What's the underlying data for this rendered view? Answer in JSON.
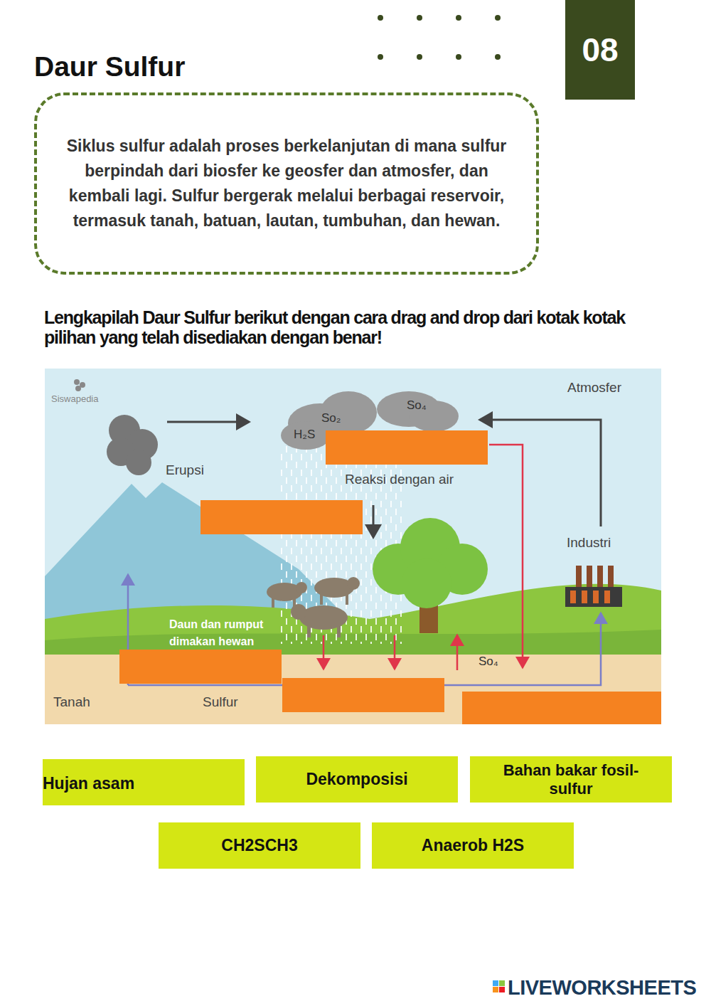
{
  "diagram": {
    "title": "Daur Sulfur",
    "nodes": [
      {
        "text": [
          "08"
        ]
      },
      {
        "text": [
          "Siklus sulfur adalah proses berkelanjutan di mana sulfur berpindah dari biosfer ke geosfer dan atmosfer, dan kembali lagi. Sulfur bergerak melalui berbagai reservoir, termasuk tanah, batuan, lautan, tumbuhan, dan hewan."
        ]
      },
      {
        "text": [
          "Hujan asam"
        ]
      },
      {
        "text": [
          "Dekomposisi"
        ]
      },
      {
        "text": [
          "Bahan bakar fosil-sulfur"
        ]
      },
      {
        "text": [
          "CH2SCH3"
        ]
      },
      {
        "text": [
          "Anaerob H2S"
        ]
      }
    ],
    "labels": [
      "Lengkapilah Daur Sulfur berikut dengan cara drag  and drop dari kotak kotak pilihan yang telah disediakan dengan benar!",
      "Siswapedia",
      "Atmosfer",
      "So₄",
      "So₂",
      "H₂S",
      "Erupsi",
      "Reaksi dengan air",
      "Industri",
      "Daun dan rumput dimakan hewan",
      "So₄",
      "Tanah",
      "Sulfur",
      "LIVEWORKSHEETS"
    ]
  }
}
